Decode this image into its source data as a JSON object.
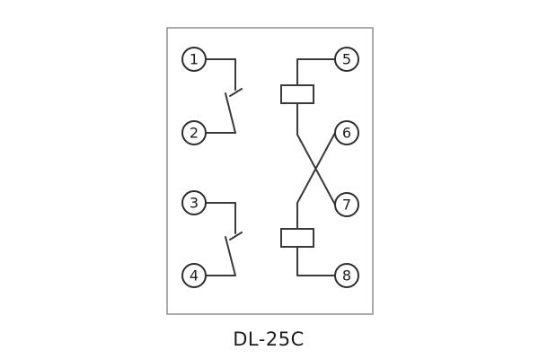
{
  "title": "DL-25C",
  "terminals": [
    "1",
    "2",
    "3",
    "4",
    "5",
    "6",
    "7",
    "8"
  ],
  "colors": {
    "wire": "#3a3a3a",
    "frame_border": "#8f8f8f",
    "background": "#ffffff",
    "text": "#1c1c1c"
  }
}
